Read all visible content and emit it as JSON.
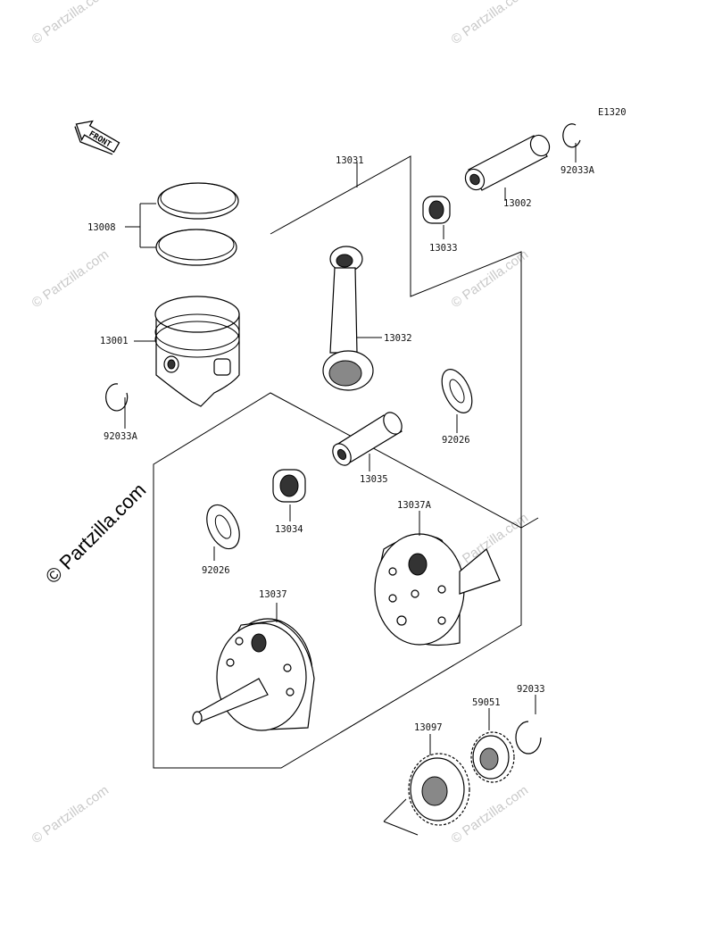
{
  "diagram_code": "E1320",
  "front_label": "FRONT",
  "watermark": "© Partzilla.com",
  "parts": {
    "conrod_assy": "13031",
    "piston_pin": "13002",
    "snap_ring_a_top": "92033A",
    "bearing_small_end": "13033",
    "piston_rings": "13008",
    "piston": "13001",
    "conrod": "13032",
    "snap_ring_a_left": "92033A",
    "washer_right": "92026",
    "crank_pin": "13035",
    "bearing_big_end": "13034",
    "washer_left": "92026",
    "crankshaft_right": "13037A",
    "crankshaft_left": "13037",
    "snap_ring": "92033",
    "gear_59051": "59051",
    "gear_13097": "13097"
  }
}
